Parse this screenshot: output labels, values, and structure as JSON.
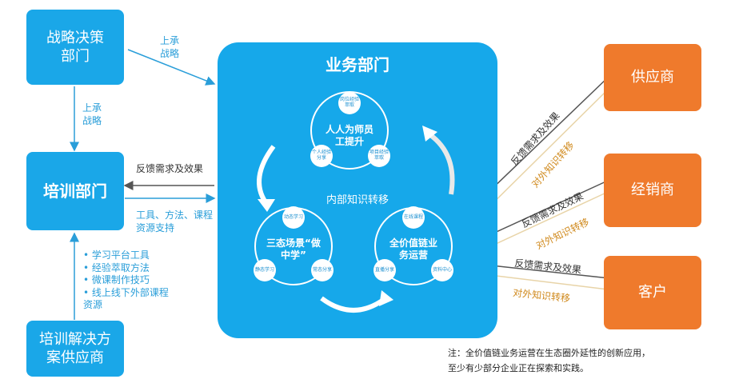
{
  "left": {
    "strategy": "战略决策部门",
    "training": "培训部门",
    "supplier": "培训解决方案供应商",
    "upper1": "上承战略",
    "upper2": "上承战略",
    "feedback": "反馈需求及效果",
    "tools": "工具、方法、课程资源支持",
    "bullets": [
      "学习平台工具",
      "经验萃取方法",
      "微课制作技巧",
      "线上线下外部课程资源"
    ]
  },
  "center": {
    "title": "业务部门",
    "mid_label": "内部知识转移",
    "top_ring": {
      "title": "人人为师员工提升",
      "nodes": [
        "岗位经验萃取",
        "个人经验分享",
        "项目经验萃取"
      ]
    },
    "left_ring": {
      "title": "三态场景“做中学”",
      "nodes": [
        "动态学习",
        "静态学习",
        "常态分享"
      ]
    },
    "right_ring": {
      "title": "全价值链业务运营",
      "nodes": [
        "在线课程",
        "直播分享",
        "资料中心"
      ]
    }
  },
  "right": {
    "supplier": "供应商",
    "dealer": "经销商",
    "customer": "客户",
    "feedback": "反馈需求及效果",
    "knowledge": "对外知识转移"
  },
  "note": {
    "line1": "注：全价值链业务运营在生态圈外延性的创新应用，",
    "line2": "至少有少部分企业正在探索和实践。"
  },
  "colors": {
    "blue": "#1aa7e8",
    "orange": "#ef7a2c",
    "text_blue": "#2a9ed9",
    "brown": "#d08a1e"
  }
}
